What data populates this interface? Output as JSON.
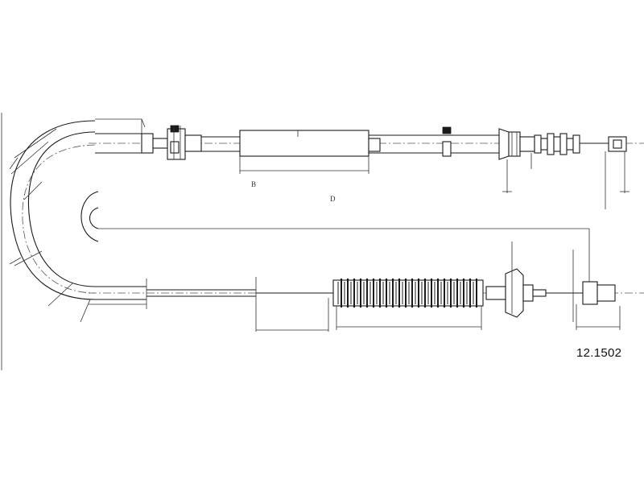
{
  "diagram": {
    "part_number": "12.1502",
    "dimension_labels": {
      "upper_conduit": "B",
      "overall_length": "D"
    },
    "colors": {
      "line": "#1a1a1a",
      "background": "#ffffff"
    }
  }
}
